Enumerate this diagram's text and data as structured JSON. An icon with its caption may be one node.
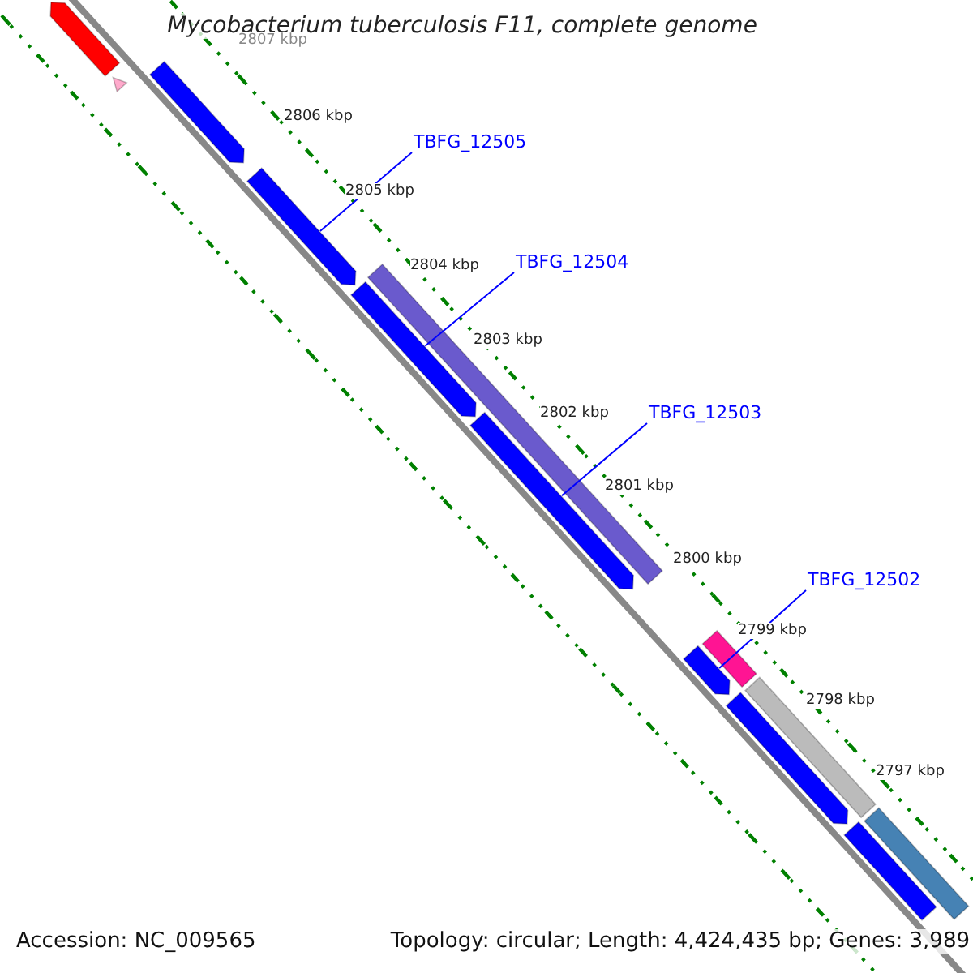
{
  "diagram": {
    "title": "Mycobacterium tuberculosis F11, complete genome",
    "nodes": [
      {
        "text": [],
        "shape": "arrow"
      },
      {
        "text": [],
        "shape": "triangle"
      },
      {
        "text": [],
        "shape": "arrow"
      },
      {
        "text": [
          "TBFG_12505"
        ]
      },
      {
        "text": [],
        "shape": "arrow"
      },
      {
        "text": [],
        "shape": "bar"
      },
      {
        "text": [
          "TBFG_12504"
        ]
      },
      {
        "text": [],
        "shape": "arrow"
      },
      {
        "text": [
          "TBFG_12503"
        ]
      },
      {
        "text": [],
        "shape": "arrow"
      },
      {
        "text": [
          "TBFG_12502"
        ]
      },
      {
        "text": [],
        "shape": "bar"
      },
      {
        "text": [],
        "shape": "arrow"
      },
      {
        "text": [],
        "shape": "bar"
      },
      {
        "text": [],
        "shape": "arrow"
      },
      {
        "text": [],
        "shape": "bar"
      },
      {
        "text": [],
        "shape": "arrow"
      }
    ],
    "edges": [
      {
        "from": 3,
        "to": 4,
        "arrow": "none"
      },
      {
        "from": 6,
        "to": 7,
        "arrow": "none"
      },
      {
        "from": 8,
        "to": 9,
        "arrow": "none"
      },
      {
        "from": 10,
        "to": 12,
        "arrow": "none"
      }
    ],
    "labels": [
      "2807 kbp",
      "2806 kbp",
      "2805 kbp",
      "2804 kbp",
      "2803 kbp",
      "2802 kbp",
      "2801 kbp",
      "2800 kbp",
      "2799 kbp",
      "2798 kbp",
      "2797 kbp",
      "Accession: NC_009565",
      "Topology: circular; Length: 4,424,435 bp; Genes: 3,989"
    ]
  }
}
